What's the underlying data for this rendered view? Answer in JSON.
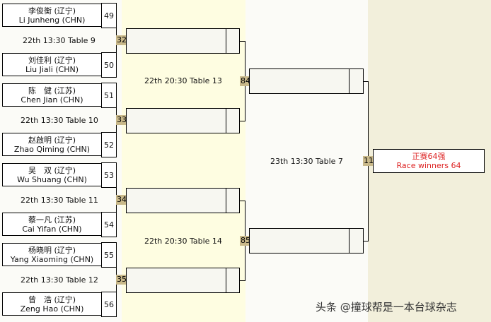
{
  "colors": {
    "band_light": "#fbfbf7",
    "band_yellow": "#fefde1",
    "band_beige": "#f2efdb",
    "match_number_bg": "#c9b98a",
    "winner_text": "#dd2222"
  },
  "round1": {
    "players": [
      {
        "cn": "李俊衡 (辽宁)",
        "en": "Li Junheng (CHN)",
        "seed": "49"
      },
      {
        "cn": "刘佳利 (辽宁)",
        "en": "Liu Jiali (CHN)",
        "seed": "50"
      },
      {
        "cn": "陈　健 (江苏)",
        "en": "Chen Jian (CHN)",
        "seed": "51"
      },
      {
        "cn": "赵啟明 (辽宁)",
        "en": "Zhao Qiming (CHN)",
        "seed": "52"
      },
      {
        "cn": "吴　双 (辽宁)",
        "en": "Wu Shuang (CHN)",
        "seed": "53"
      },
      {
        "cn": "蔡一凡 (江苏)",
        "en": "Cai Yifan (CHN)",
        "seed": "54"
      },
      {
        "cn": "杨晓明 (辽宁)",
        "en": "Yang Xiaoming (CHN)",
        "seed": "55"
      },
      {
        "cn": "曾　浩 (辽宁)",
        "en": "Zeng Hao (CHN)",
        "seed": "56"
      }
    ],
    "matches": [
      {
        "label": "22th 13:30 Table 9",
        "num": "32"
      },
      {
        "label": "22th 13:30 Table 10",
        "num": "33"
      },
      {
        "label": "22th 13:30 Table 11",
        "num": "34"
      },
      {
        "label": "22th 13:30 Table 12",
        "num": "35"
      }
    ]
  },
  "round2": {
    "matches": [
      {
        "label": "22th 20:30 Table 13",
        "num": "84"
      },
      {
        "label": "22th 20:30 Table 14",
        "num": "85"
      }
    ]
  },
  "round3": {
    "match": {
      "label": "23th 13:30 Table 7",
      "num": "11"
    }
  },
  "result": {
    "cn": "正赛64强",
    "en": "Race winners 64"
  },
  "watermark": "头条 @撞球帮是一本台球杂志"
}
